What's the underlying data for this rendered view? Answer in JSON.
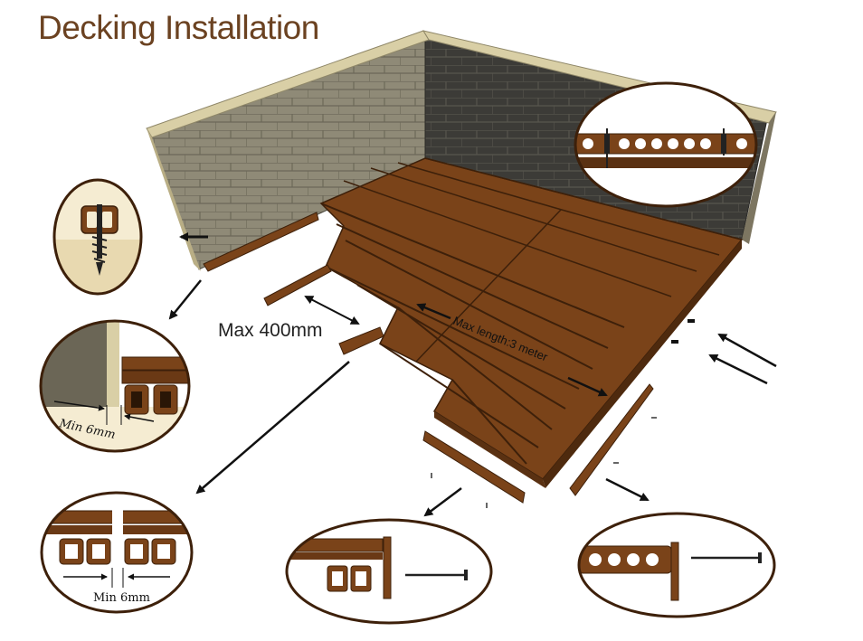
{
  "title": "Decking Installation",
  "labels": {
    "max_spacing": "Max 400mm",
    "max_length": "Max length:3 meter",
    "min_gap_wall": "Min 6mm",
    "min_gap_boards": "Min 6mm"
  },
  "colors": {
    "board": "#7a4319",
    "board_dark": "#4e2a0e",
    "wall_light": "#8f8a77",
    "wall_dark": "#3c3b37",
    "wall_cap": "#d9cfa6",
    "title": "#6b4221"
  }
}
